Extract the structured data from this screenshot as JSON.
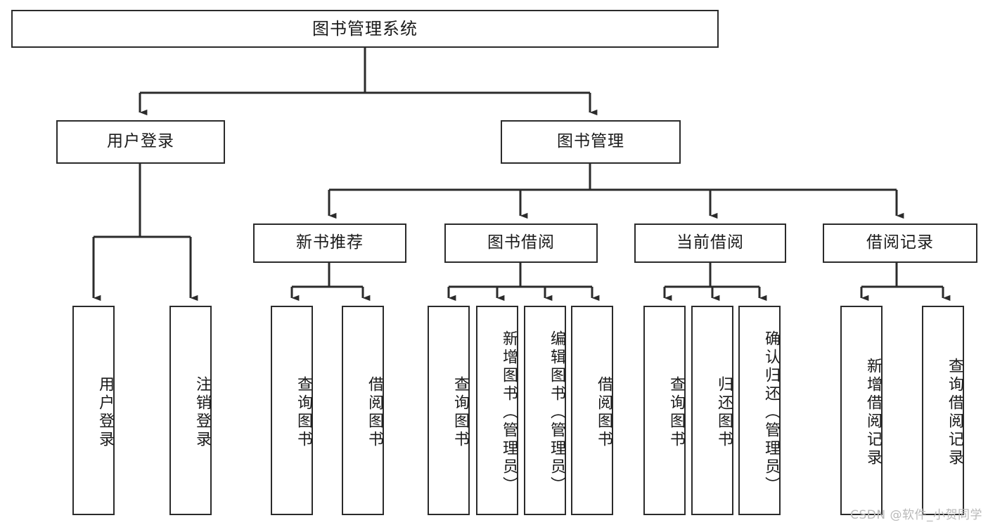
{
  "diagram": {
    "title": "图书管理系统",
    "type": "tree-hierarchy",
    "orientation": "top-down",
    "colors": {
      "box_border": "#2b2b2b",
      "box_fill": "#ffffff",
      "connector": "#2b2b2b",
      "text": "#1a1a1a",
      "watermark": "#b9b9b9",
      "background": "#ffffff"
    },
    "watermark": "CSDN @软件_小贺同学"
  },
  "nodes": {
    "root": {
      "label": "图书管理系统"
    },
    "level2": [
      {
        "id": "user-login",
        "label": "用户登录"
      },
      {
        "id": "book-manage",
        "label": "图书管理"
      }
    ],
    "level3": [
      {
        "id": "new-book-recommend",
        "label": "新书推荐",
        "parent": "book-manage"
      },
      {
        "id": "book-borrow",
        "label": "图书借阅",
        "parent": "book-manage"
      },
      {
        "id": "current-borrow",
        "label": "当前借阅",
        "parent": "book-manage"
      },
      {
        "id": "borrow-record",
        "label": "借阅记录",
        "parent": "book-manage"
      }
    ],
    "leaves": {
      "user-login": [
        {
          "id": "leaf-user-login",
          "label": "用户登录"
        },
        {
          "id": "leaf-user-logout",
          "label": "注销登录"
        }
      ],
      "new-book-recommend": [
        {
          "id": "leaf-query-book-1",
          "label": "查询图书"
        },
        {
          "id": "leaf-borrow-book-1",
          "label": "借阅图书"
        }
      ],
      "book-borrow": [
        {
          "id": "leaf-query-book-2",
          "label": "查询图书"
        },
        {
          "id": "leaf-add-book",
          "label": "新增图书（管理员）"
        },
        {
          "id": "leaf-edit-book",
          "label": "编辑图书（管理员）"
        },
        {
          "id": "leaf-borrow-book-2",
          "label": "借阅图书"
        }
      ],
      "current-borrow": [
        {
          "id": "leaf-query-book-3",
          "label": "查询图书"
        },
        {
          "id": "leaf-return-book",
          "label": "归还图书"
        },
        {
          "id": "leaf-confirm-return",
          "label": "确认归还（管理员）"
        }
      ],
      "borrow-record": [
        {
          "id": "leaf-add-record",
          "label": "新增借阅记录"
        },
        {
          "id": "leaf-query-record",
          "label": "查询借阅记录"
        }
      ]
    }
  }
}
